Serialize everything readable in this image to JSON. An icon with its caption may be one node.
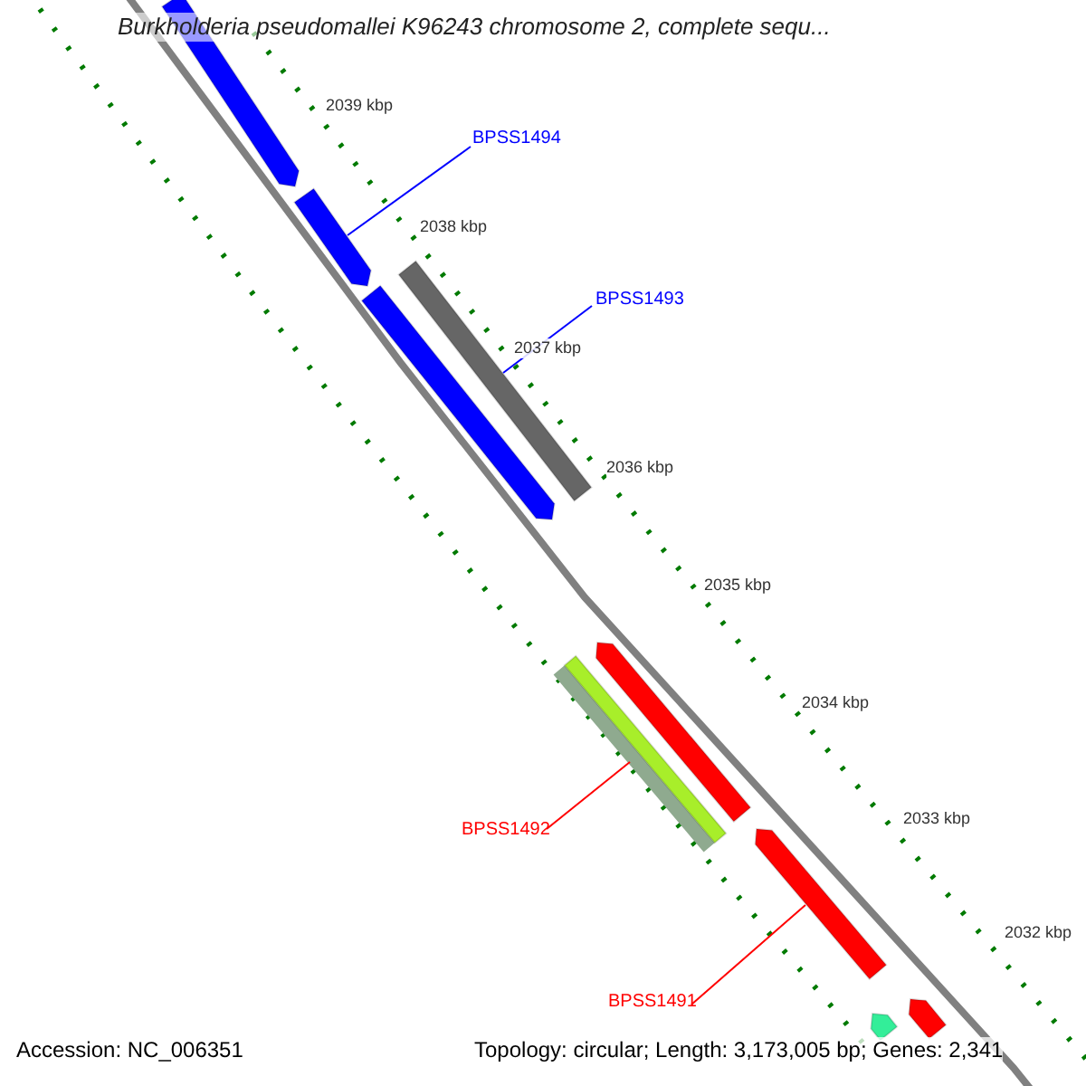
{
  "diagram": {
    "title": "Burkholderia pseudomallei K96243 chromosome 2, complete sequ...",
    "nodes": [
      {
        "text": [],
        "shape": "bar"
      },
      {
        "text": [
          "BPSS1494"
        ]
      },
      {
        "text": [],
        "shape": "bar"
      },
      {
        "text": [],
        "shape": "bar"
      },
      {
        "text": [
          "BPSS1493"
        ]
      },
      {
        "text": [],
        "shape": "bar"
      },
      {
        "text": [],
        "shape": "bar"
      },
      {
        "text": [],
        "shape": "bar"
      },
      {
        "text": [
          "BPSS1492"
        ]
      },
      {
        "text": [],
        "shape": "bar"
      },
      {
        "text": [
          "BPSS1491"
        ]
      },
      {
        "text": [],
        "shape": "bar"
      },
      {
        "text": [],
        "shape": "bar"
      }
    ],
    "edges": [
      {
        "from": 1,
        "to": 2,
        "arrow": "none",
        "color": "#0000ff"
      },
      {
        "from": 4,
        "to": 3,
        "arrow": "none",
        "color": "#0000ff"
      },
      {
        "from": 8,
        "to": 7,
        "arrow": "none",
        "color": "#ff0000"
      },
      {
        "from": 10,
        "to": 9,
        "arrow": "none",
        "color": "#ff0000"
      }
    ],
    "labels": [
      "2039 kbp",
      "2038 kbp",
      "2037 kbp",
      "2036 kbp",
      "2035 kbp",
      "2034 kbp",
      "2033 kbp",
      "2032 kbp",
      "Accession: NC_006351",
      "Topology: circular; Length: 3,173,005 bp; Genes: 2,341"
    ]
  }
}
